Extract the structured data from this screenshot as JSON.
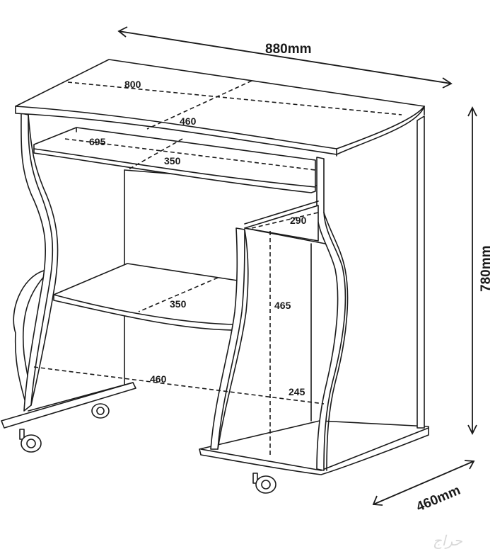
{
  "dimensions": {
    "overall_width": "880mm",
    "overall_height": "780mm",
    "overall_depth": "460mm",
    "top_width": "800",
    "top_depth": "460",
    "keyboard_tray_width": "695",
    "keyboard_tray_depth": "350",
    "cpu_shelf_depth": "290",
    "cpu_height": "465",
    "lower_shelf_depth": "350",
    "base_depth": "460",
    "cpu_base_depth": "245"
  },
  "watermark": "حراج",
  "colors": {
    "ink": "#1a1a1a",
    "paper": "#ffffff"
  }
}
